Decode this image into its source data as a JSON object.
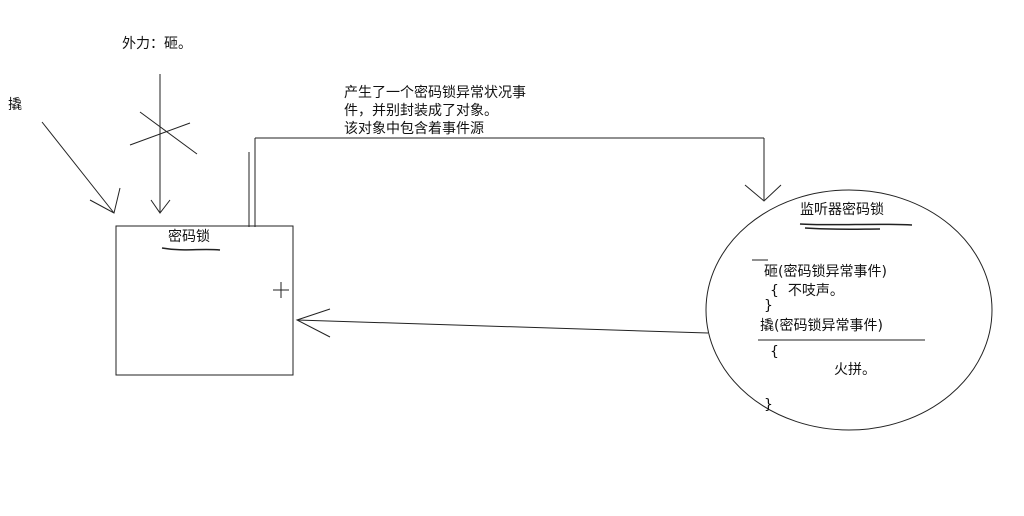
{
  "external_force_label": "外力：砸。",
  "pry_label": "撬",
  "event_description": {
    "line1": "产生了一个密码锁异常状况事",
    "line2": "件，并别封装成了对象。",
    "line3": "该对象中包含着事件源"
  },
  "lock": {
    "title": "密码锁"
  },
  "listener": {
    "title": "监听器密码锁",
    "method1_sig": "砸(密码锁异常事件)",
    "method1_open": "{",
    "method1_body": "不吱声。",
    "method1_close": "}",
    "method2_sig": "撬(密码锁异常事件)",
    "method2_open": "{",
    "method2_body": "火拼。",
    "method2_close": "}"
  }
}
